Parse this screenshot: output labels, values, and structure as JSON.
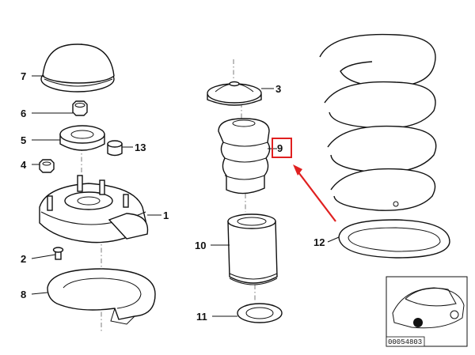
{
  "callouts": {
    "c1": "1",
    "c2": "2",
    "c3": "3",
    "c4": "4",
    "c5": "5",
    "c6": "6",
    "c7": "7",
    "c8": "8",
    "c9": "9",
    "c10": "10",
    "c11": "11",
    "c12": "12",
    "c13": "13"
  },
  "highlight_color": "#e02020",
  "inset": {
    "code": "00054803"
  }
}
